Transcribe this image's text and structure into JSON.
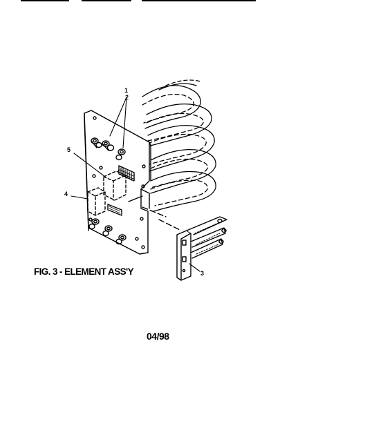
{
  "figure": {
    "caption": "FIG. 3 - ELEMENT ASS'Y",
    "date": "04/98"
  },
  "callouts": [
    {
      "id": "1",
      "label": "1"
    },
    {
      "id": "2",
      "label": "2"
    },
    {
      "id": "3",
      "label": "3"
    },
    {
      "id": "4",
      "label": "4"
    },
    {
      "id": "5",
      "label": "5"
    }
  ],
  "colors": {
    "ink": "#000000",
    "paper": "#ffffff"
  }
}
